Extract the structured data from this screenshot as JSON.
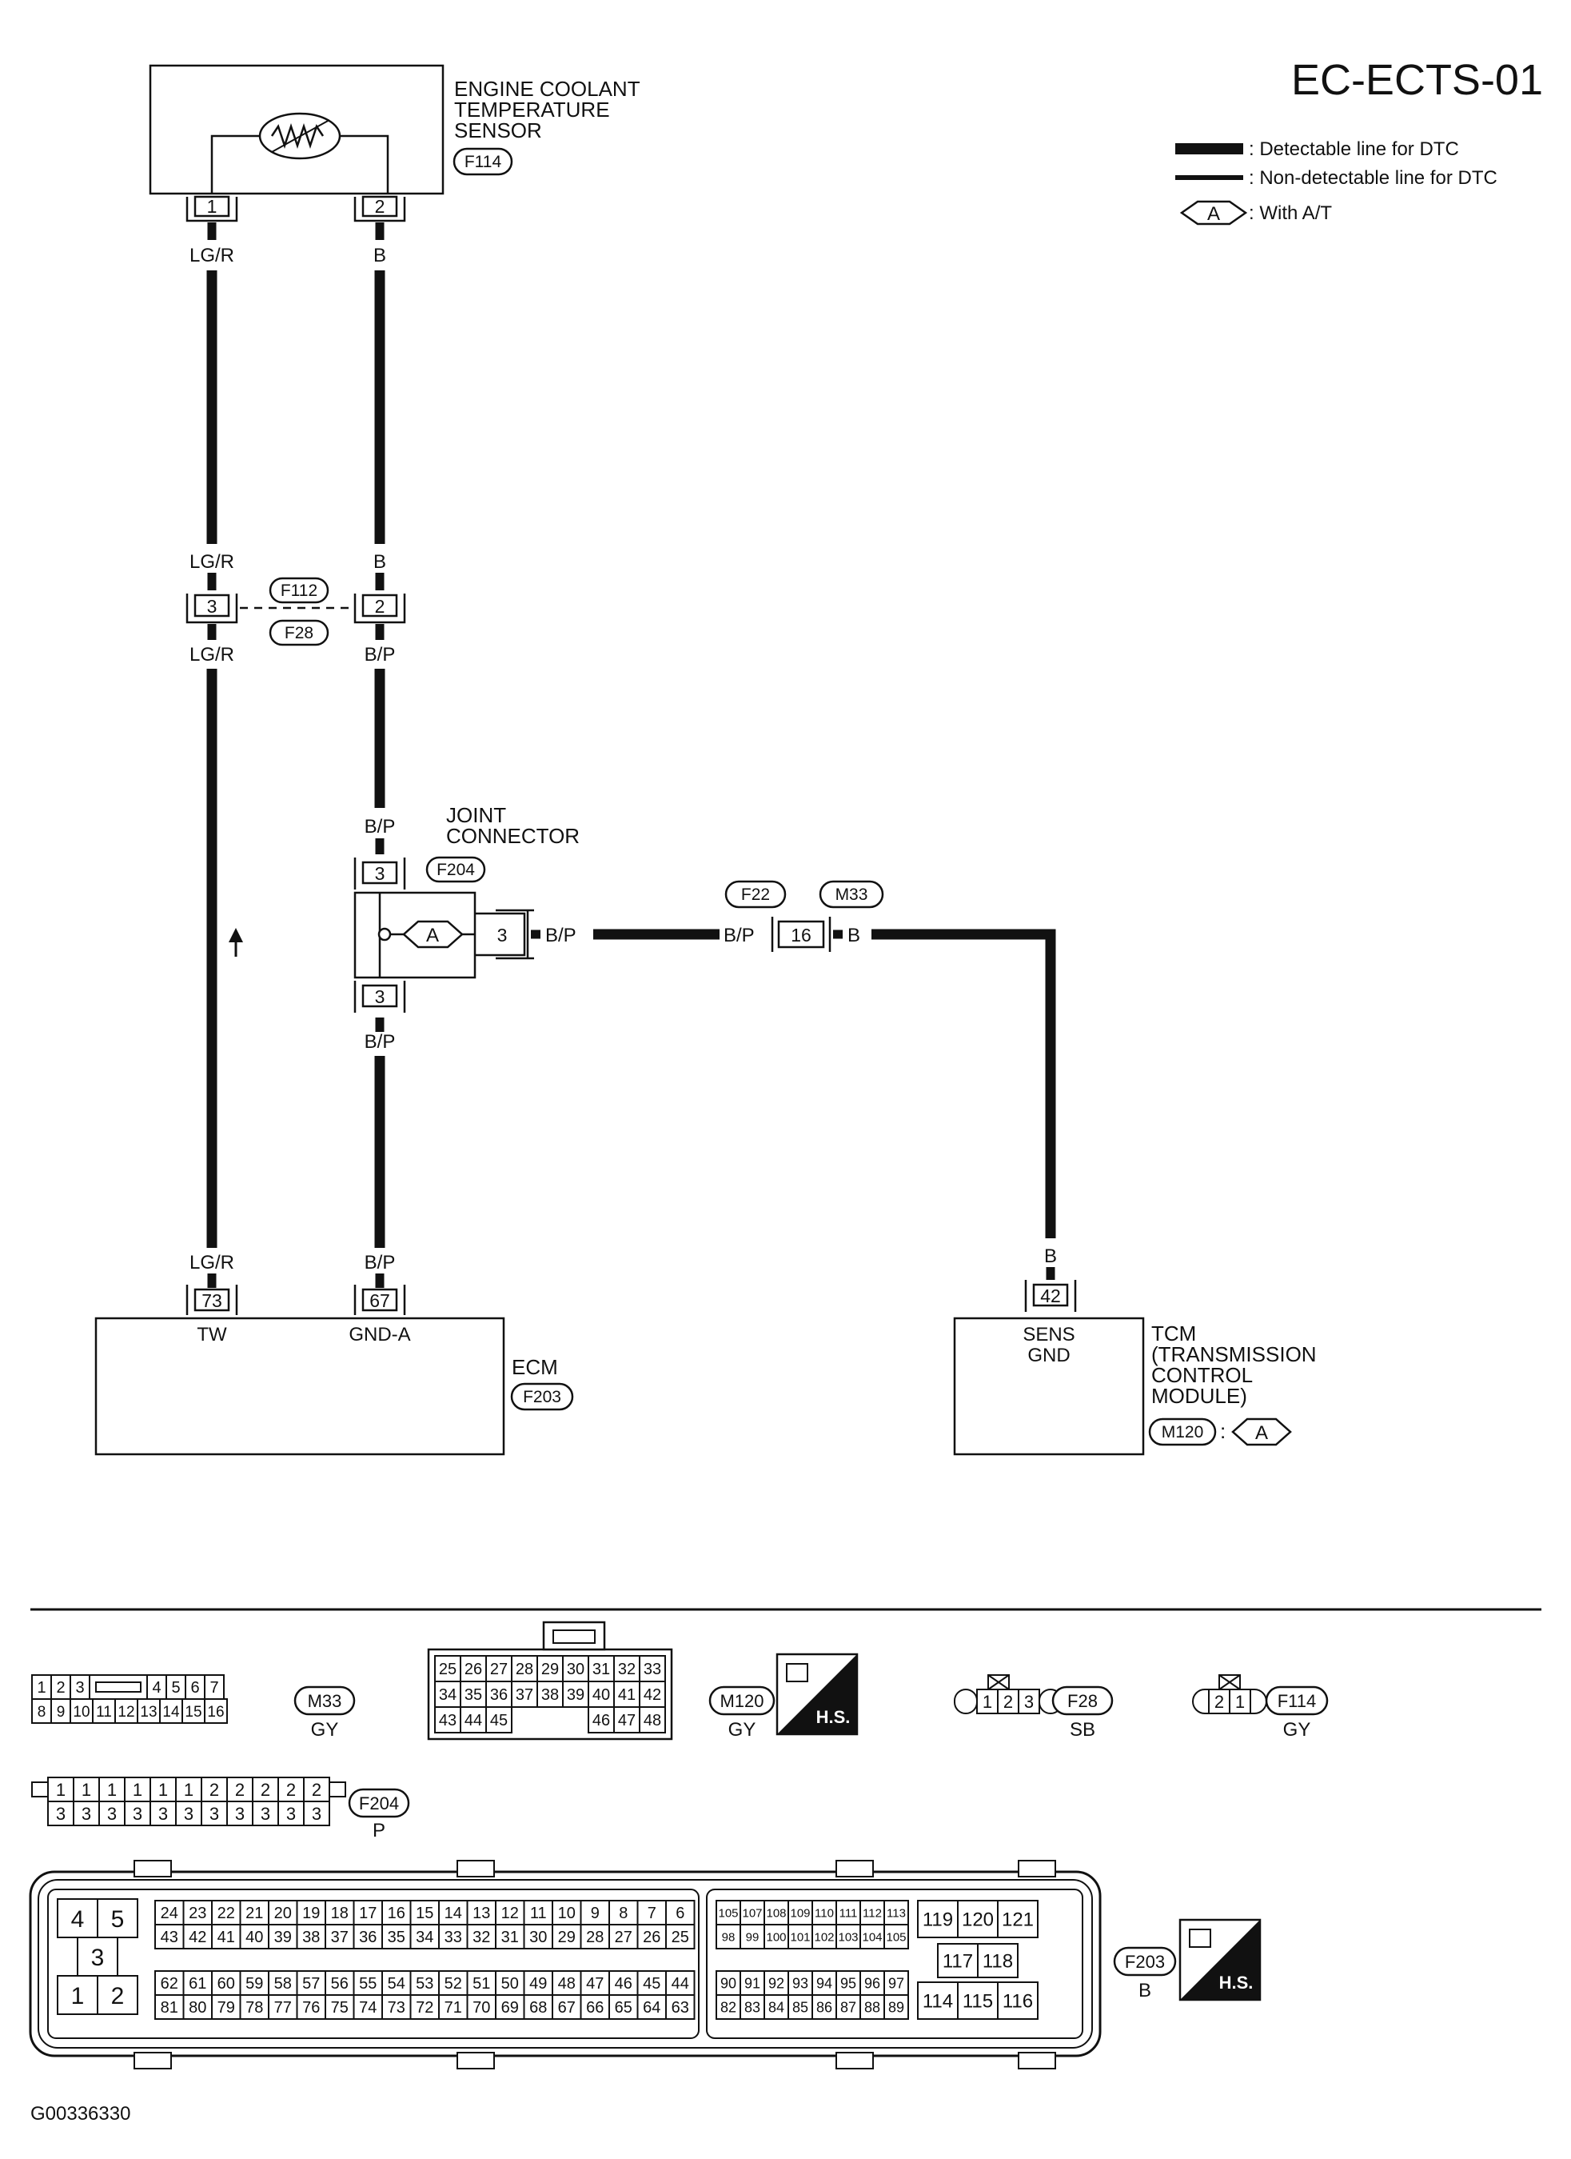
{
  "diagram_id": "EC-ECTS-01",
  "legend": {
    "detectable": ": Detectable line for DTC",
    "non_detectable": ": Non-detectable line for DTC",
    "with_at_tag": "A",
    "with_at": ": With A/T"
  },
  "sensor": {
    "label_lines": [
      "ENGINE COOLANT",
      "TEMPERATURE",
      "SENSOR"
    ],
    "connector": "F114",
    "pin_left": "1",
    "pin_right": "2"
  },
  "wires": {
    "lg_r": "LG/R",
    "b": "B",
    "b_p": "B/P"
  },
  "inline_connector": {
    "pin_left": "3",
    "pin_right": "2",
    "conn_top": "F112",
    "conn_bottom": "F28"
  },
  "joint_connector": {
    "label_lines": [
      "JOINT",
      "CONNECTOR"
    ],
    "connector": "F204",
    "pin_top": "3",
    "pin_bottom": "3",
    "pin_side": "3",
    "tag": "A"
  },
  "mid_connector": {
    "left": "F22",
    "right": "M33",
    "pin": "16"
  },
  "ecm": {
    "label": "ECM",
    "connector": "F203",
    "pin_tw": "73",
    "pin_gnd": "67",
    "term_tw": "TW",
    "term_gnd": "GND-A"
  },
  "tcm": {
    "label_lines": [
      "TCM",
      "(TRANSMISSION",
      "CONTROL",
      "MODULE)"
    ],
    "connector": "M120",
    "colon": ":",
    "tag": "A",
    "pin": "42",
    "term_lines": [
      "SENS",
      "GND"
    ]
  },
  "connectors": {
    "m33": {
      "name": "M33",
      "color": "GY",
      "row1": [
        "1",
        "2",
        "3",
        "",
        "4",
        "5",
        "6",
        "7"
      ],
      "row2": [
        "8",
        "9",
        "10",
        "11",
        "12",
        "13",
        "14",
        "15",
        "16"
      ]
    },
    "m120": {
      "name": "M120",
      "color": "GY",
      "row1": [
        "25",
        "26",
        "27",
        "28",
        "29",
        "30",
        "31",
        "32",
        "33"
      ],
      "row2": [
        "34",
        "35",
        "36",
        "37",
        "38",
        "39",
        "40",
        "41",
        "42"
      ],
      "row3": [
        "43",
        "44",
        "45",
        "46",
        "47",
        "48"
      ]
    },
    "f28": {
      "name": "F28",
      "color": "SB",
      "pins": [
        "1",
        "2",
        "3"
      ]
    },
    "f114": {
      "name": "F114",
      "color": "GY",
      "pins": [
        "2",
        "1"
      ]
    },
    "f204": {
      "name": "F204",
      "color": "P",
      "row1": [
        "1",
        "1",
        "1",
        "1",
        "1",
        "1",
        "2",
        "2",
        "2",
        "2",
        "2"
      ],
      "row2": [
        "3",
        "3",
        "3",
        "3",
        "3",
        "3",
        "3",
        "3",
        "3",
        "3",
        "3"
      ]
    },
    "f203": {
      "name": "F203",
      "color": "B",
      "big": [
        "4",
        "5",
        "3",
        "1",
        "2"
      ],
      "left_r1": [
        "24",
        "23",
        "22",
        "21",
        "20",
        "19",
        "18",
        "17",
        "16",
        "15",
        "14",
        "13",
        "12",
        "11",
        "10",
        "9",
        "8",
        "7",
        "6"
      ],
      "left_r2": [
        "43",
        "42",
        "41",
        "40",
        "39",
        "38",
        "37",
        "36",
        "35",
        "34",
        "33",
        "32",
        "31",
        "30",
        "29",
        "28",
        "27",
        "26",
        "25"
      ],
      "left_r3": [
        "62",
        "61",
        "60",
        "59",
        "58",
        "57",
        "56",
        "55",
        "54",
        "53",
        "52",
        "51",
        "50",
        "49",
        "48",
        "47",
        "46",
        "45",
        "44"
      ],
      "left_r4": [
        "81",
        "80",
        "79",
        "78",
        "77",
        "76",
        "75",
        "74",
        "73",
        "72",
        "71",
        "70",
        "69",
        "68",
        "67",
        "66",
        "65",
        "64",
        "63"
      ],
      "mid_r1": [
        "105",
        "107",
        "108",
        "109",
        "110",
        "111",
        "112",
        "113"
      ],
      "mid_r2": [
        "98",
        "99",
        "100",
        "101",
        "102",
        "103",
        "104",
        "105"
      ],
      "mid_r3": [
        "90",
        "91",
        "92",
        "93",
        "94",
        "95",
        "96",
        "97"
      ],
      "mid_r4": [
        "82",
        "83",
        "84",
        "85",
        "86",
        "87",
        "88",
        "89"
      ],
      "right_r1": [
        "119",
        "120",
        "121"
      ],
      "right_r2": [
        "117",
        "118"
      ],
      "right_r3": [
        "114",
        "115",
        "116"
      ]
    }
  },
  "hs_badge": "H.S.",
  "figure_code": "G00336330"
}
